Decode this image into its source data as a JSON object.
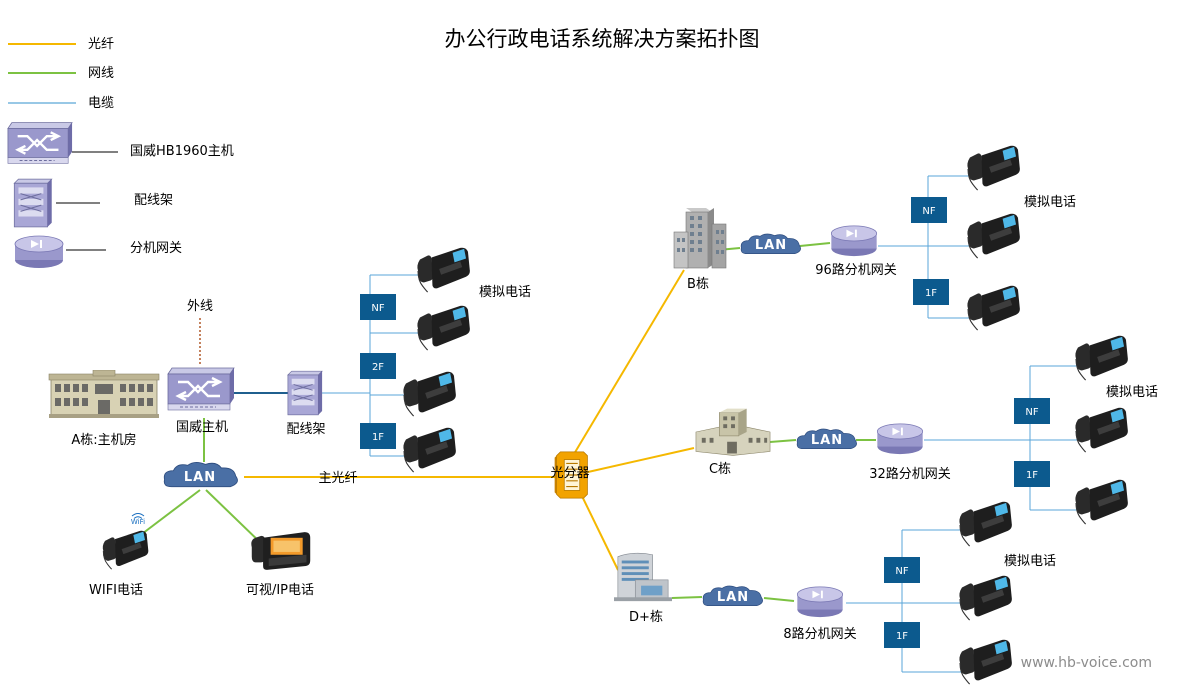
{
  "title": "办公行政电话系统解决方案拓扑图",
  "legend": {
    "fiber": "光纤",
    "network": "网线",
    "cable": "电缆",
    "host": "国威HB1960主机",
    "patch": "配线架",
    "gateway": "分机网关"
  },
  "colors": {
    "fiber": "#f5b800",
    "network": "#7cc242",
    "cable": "#5aa6d8",
    "floor_box": "#0c5a8e",
    "lan": "#4a6fa5"
  },
  "a_building": {
    "label": "A栋:主机房",
    "external": "外线",
    "host_label": "国威主机",
    "patch_label": "配线架",
    "lan": "LAN",
    "floors": [
      "NF",
      "2F",
      "1F"
    ],
    "phone_label": "模拟电话",
    "trunk_label": "主光纤",
    "wifi_phone": "WIFI电话",
    "wifi_badge": "WiFi",
    "video_phone": "可视/IP电话"
  },
  "splitter": "光分器",
  "b_building": {
    "label": "B栋",
    "lan": "LAN",
    "gateway": "96路分机网关",
    "floors": [
      "NF",
      "1F"
    ],
    "phone_label": "模拟电话"
  },
  "c_building": {
    "label": "C栋",
    "lan": "LAN",
    "gateway": "32路分机网关",
    "floors": [
      "NF",
      "1F"
    ],
    "phone_label": "模拟电话"
  },
  "d_building": {
    "label": "D+栋",
    "lan": "LAN",
    "gateway": "8路分机网关",
    "floors": [
      "NF",
      "1F"
    ],
    "phone_label": "模拟电话"
  },
  "watermark": "www.hb-voice.com"
}
